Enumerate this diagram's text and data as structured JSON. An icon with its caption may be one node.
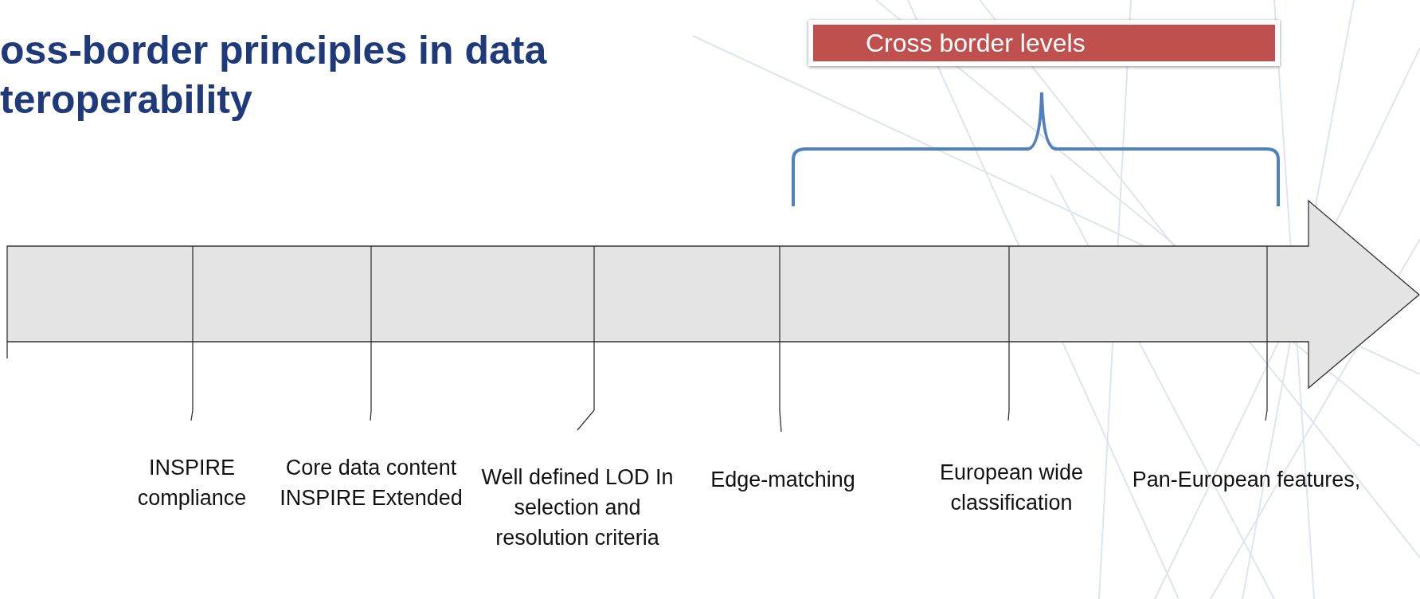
{
  "diagram": {
    "title": "oss-border principles in data teroperability",
    "nodes": [
      {
        "text": [
          "Cross border levels"
        ]
      }
    ],
    "labels": [
      "INSPIRE compliance",
      "Core data content INSPIRE Extended",
      "Well defined LOD In selection and resolution criteria",
      "Edge-matching",
      "European wide classification",
      "Pan-European features,"
    ]
  }
}
